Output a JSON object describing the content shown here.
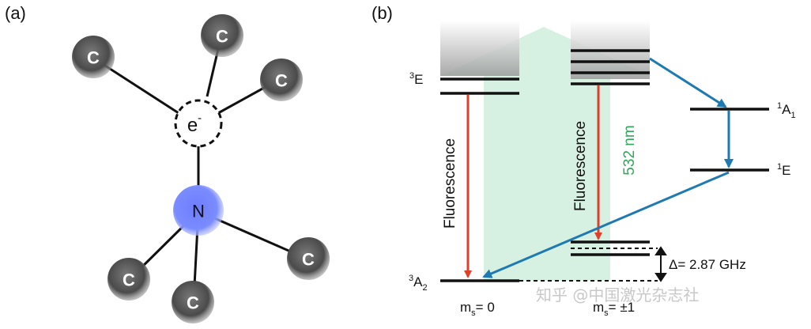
{
  "panel_a": {
    "label": "(a)",
    "electron_label": "e",
    "electron_superscript": "-",
    "nitrogen_label": "N",
    "carbon_label": "C",
    "colors": {
      "carbon": "#555555",
      "nitrogen": "#6b7dff"
    }
  },
  "panel_b": {
    "label": "(b)",
    "levels": {
      "triplet_excited": {
        "main": "E",
        "prefix": "3"
      },
      "singlet_a1": {
        "main": "A",
        "prefix": "1",
        "sub": "1"
      },
      "singlet_e": {
        "main": "E",
        "prefix": "1"
      },
      "triplet_ground": {
        "main": "A",
        "prefix": "3",
        "sub": "2"
      }
    },
    "fluorescence_label_left": "Fluorescence",
    "fluorescence_label_right": "Fluorescence",
    "laser_label": "532 nm",
    "splitting_label": "Δ= 2.87 GHz",
    "ms0_main": "m",
    "ms0_sub": "s",
    "ms0_value": "= 0",
    "ms1_main": "m",
    "ms1_sub": "s",
    "ms1_value": "= ±1",
    "colors": {
      "fluorescence": "#e0402a",
      "isc": "#1e7ab0",
      "laser": "#cfeedd",
      "laser_text": "#2ea85a"
    }
  },
  "watermark": "知乎 @中国激光杂志社"
}
